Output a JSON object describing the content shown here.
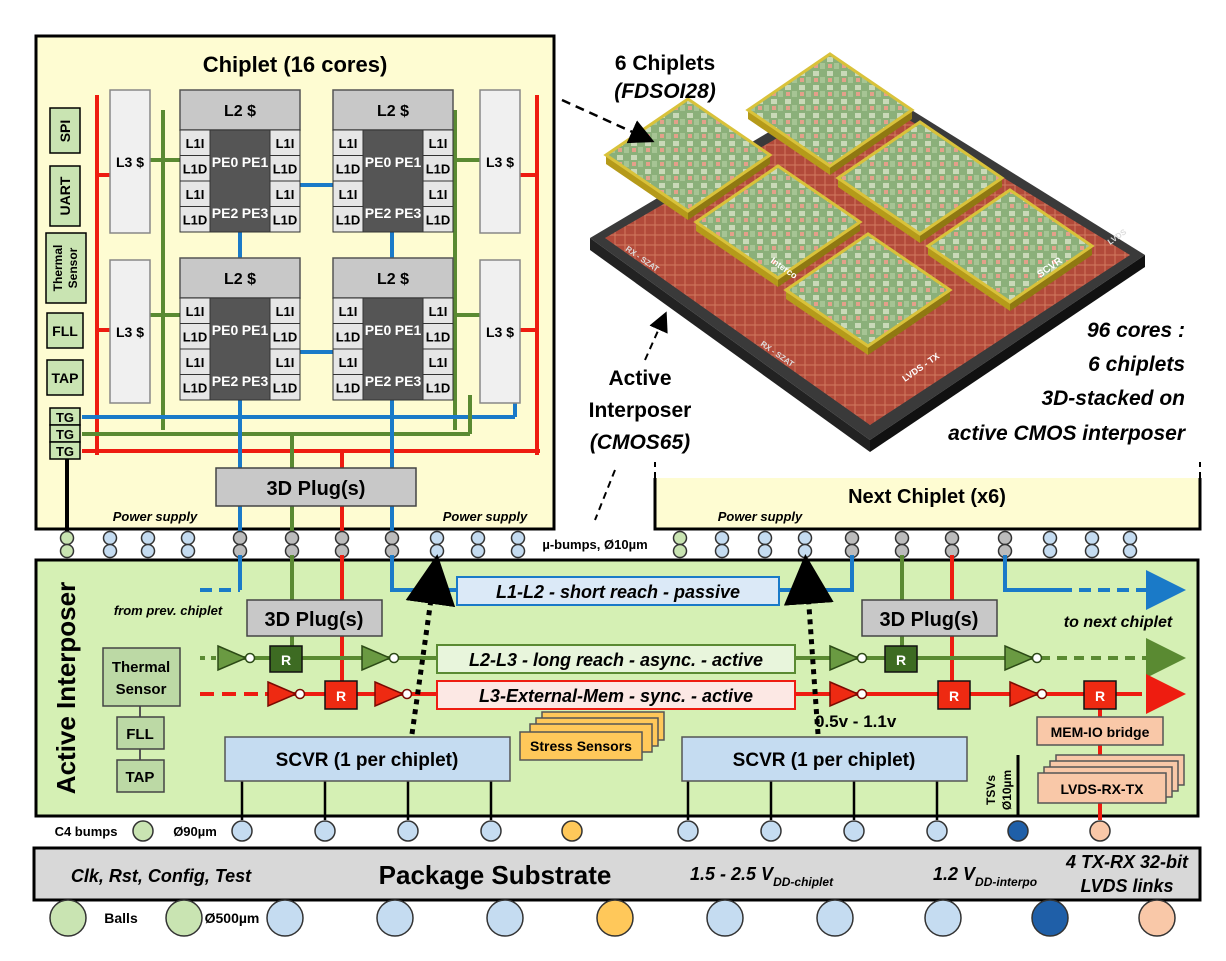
{
  "chiplet": {
    "title": "Chiplet (16 cores)",
    "spi": "SPI",
    "uart": "UART",
    "thermal_line1": "Thermal",
    "thermal_line2": "Sensor",
    "fll": "FLL",
    "tap": "TAP",
    "tg": "TG",
    "l3": "L3 $",
    "l2": "L2 $",
    "l1i": "L1I",
    "l1d": "L1D",
    "pe0": "PE0",
    "pe1": "PE1",
    "pe2": "PE2",
    "pe3": "PE3",
    "plug": "3D Plug(s)",
    "power_supply": "Power supply"
  },
  "stack": {
    "title_line1": "6 Chiplets",
    "title_line2": "(FDSOI28)",
    "interposer_line1": "Active",
    "interposer_line2": "Interposer",
    "interposer_line3": "(CMOS65)",
    "summary_line1": "96 cores :",
    "summary_line2": "6 chiplets",
    "summary_line3": "3D-stacked on",
    "summary_line4": "active CMOS interposer",
    "die_labels": [
      "SCVR",
      "Interco",
      "LVDS - TX",
      "RX - SZAT",
      "RX - SZAT",
      "LVDS"
    ]
  },
  "next_chiplet": {
    "title": "Next Chiplet (x6)",
    "power_supply": "Power supply"
  },
  "bumps": {
    "micro_label": "µ-bumps, Ø10µm",
    "c4_label": "C4 bumps",
    "c4_size": "Ø90µm"
  },
  "interposer": {
    "title": "Active Interposer",
    "from_prev": "from prev. chiplet",
    "to_next": "to next chiplet",
    "plug": "3D Plug(s)",
    "bus_l1l2": "L1-L2 - short reach - passive",
    "bus_l2l3": "L2-L3 - long reach - async. - active",
    "bus_l3mem": "L3-External-Mem - sync. - active",
    "router": "R",
    "thermal_line1": "Thermal",
    "thermal_line2": "Sensor",
    "fll": "FLL",
    "tap": "TAP",
    "scvr": "SCVR (1 per chiplet)",
    "stress": "Stress Sensors",
    "voltage": "0.5v - 1.1v",
    "tsv_line1": "TSVs",
    "tsv_line2": "Ø10µm",
    "memio": "MEM-IO bridge",
    "lvds": "LVDS-RX-TX"
  },
  "package": {
    "title": "Package Substrate",
    "left": "Clk, Rst, Config, Test",
    "vdd_chiplet": "1.5 - 2.5 V",
    "vdd_chiplet_sub": "DD-chiplet",
    "vdd_interpo": "1.2 V",
    "vdd_interpo_sub": "DD-interpo",
    "lvds_line1": "4 TX-RX 32-bit",
    "lvds_line2": "LVDS links",
    "balls": "Balls",
    "ball_size": "Ø500µm"
  },
  "colors": {
    "chiplet_bg": "#fefcd2",
    "interposer_bg": "#d5f0b4",
    "red": "#ee1c10",
    "green": "#5a8a32",
    "blue": "#1a7ac8",
    "scvr": "#c5dcf1",
    "stress": "#ffc85a",
    "memio": "#f9c8a8",
    "package": "#d8d8d8",
    "gray_box": "#c8c8c8",
    "pe": "#555555"
  }
}
